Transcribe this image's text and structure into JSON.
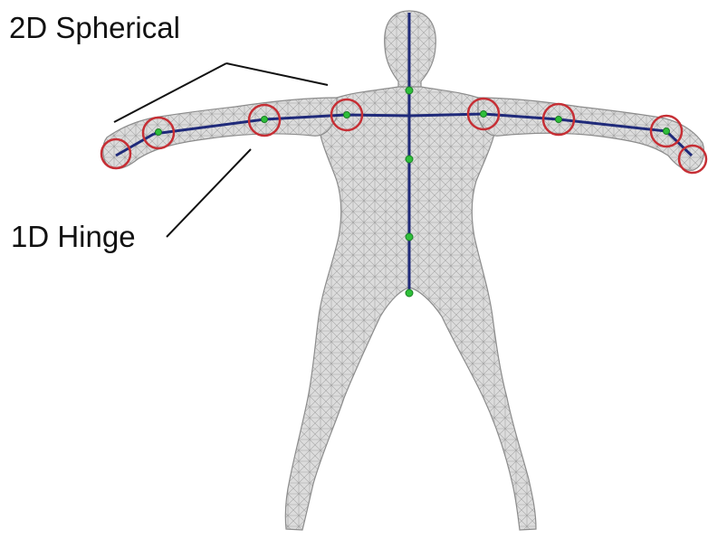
{
  "labels": {
    "spherical": "2D Spherical",
    "hinge": "1D Hinge"
  },
  "colors": {
    "mesh_fill": "#d9d9d9",
    "mesh_edge": "#9a9a9a",
    "bone": "#1f2a7a",
    "joint_node": "#2fbf3a",
    "joint_ring": "#c62f35",
    "leader_line": "#111111"
  },
  "icons": {
    "joint_ring": "circle-outline",
    "joint_node": "x-marker"
  }
}
